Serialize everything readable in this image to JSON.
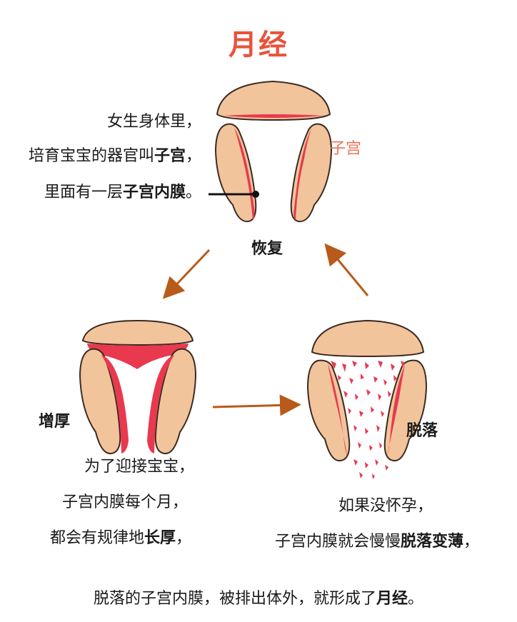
{
  "title": "月经",
  "intro": {
    "line1": "女生身体里，",
    "line2_a": "培育宝宝的器官叫",
    "line2_b": "子宫",
    "line2_c": "，",
    "line3_a": "里面有一层",
    "line3_b": "子宫内膜",
    "line3_c": "。"
  },
  "uterus_label": "子宫",
  "stages": {
    "recover": "恢复",
    "thicken": "增厚",
    "shed": "脱落"
  },
  "thicken_text": {
    "line1": "为了迎接宝宝，",
    "line2": "子宫内膜每个月，",
    "line3_a": "都会有规律地",
    "line3_b": "长厚",
    "line3_c": "，"
  },
  "shed_text": {
    "line1": "如果没怀孕，",
    "line2_a": "子宫内膜就会慢慢",
    "line2_b": "脱落变薄",
    "line2_c": "，"
  },
  "footer": {
    "a": "脱落的子宫内膜，被排出体外，就形成了",
    "b": "月经",
    "c": "。"
  },
  "colors": {
    "title": "#e8533b",
    "flesh": "#f2c49b",
    "lining": "#e8394f",
    "arrow": "#b85a1a",
    "outline": "#3a2a20"
  }
}
